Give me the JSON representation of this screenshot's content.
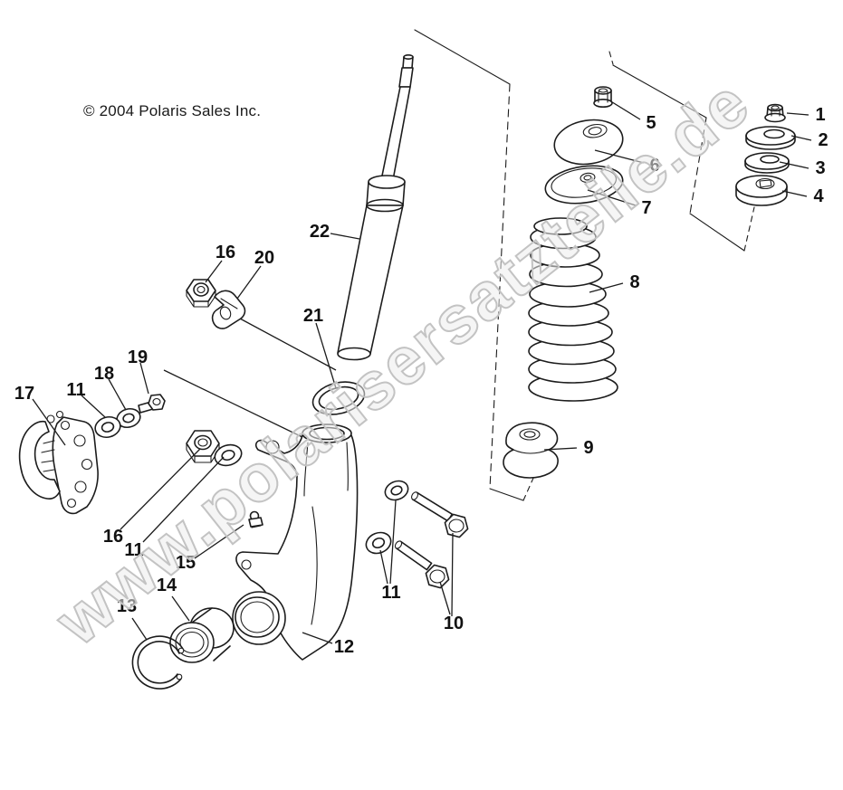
{
  "page": {
    "copyright": "© 2004 Polaris Sales Inc.",
    "watermark": "www.polarisersatzteile.de",
    "background_color": "#ffffff",
    "line_color": "#1c1c1c",
    "watermark_color": "#c3c3c3"
  },
  "callouts": [
    {
      "label": "1",
      "part": "flange-lock-nut"
    },
    {
      "label": "2",
      "part": "large-washer"
    },
    {
      "label": "3",
      "part": "small-washer"
    },
    {
      "label": "4",
      "part": "cushion-washer"
    },
    {
      "label": "5",
      "part": "strut-rod-nut"
    },
    {
      "label": "6",
      "part": "upper-spring-mount-dome"
    },
    {
      "label": "7",
      "part": "spring-retainer-plate"
    },
    {
      "label": "8",
      "part": "coil-spring"
    },
    {
      "label": "9",
      "part": "compression-bumper"
    },
    {
      "label": "10",
      "part": "hex-bolt-pair"
    },
    {
      "label": "11",
      "part": "washer-pair-bottom"
    },
    {
      "label": "12",
      "part": "strut-housing"
    },
    {
      "label": "13",
      "part": "snap-ring"
    },
    {
      "label": "14",
      "part": "wheel-bearing"
    },
    {
      "label": "15",
      "part": "grease-fitting"
    },
    {
      "label": "16",
      "part": "hex-nut-lower"
    },
    {
      "label": "11",
      "part": "washer-lower"
    },
    {
      "label": "16",
      "part": "hex-nut-upper"
    },
    {
      "label": "20",
      "part": "strut-clip"
    },
    {
      "label": "21",
      "part": "o-ring"
    },
    {
      "label": "22",
      "part": "strut-cartridge"
    },
    {
      "label": "17",
      "part": "brake-caliper"
    },
    {
      "label": "11",
      "part": "washer-left"
    },
    {
      "label": "18",
      "part": "washer-caliper"
    },
    {
      "label": "19",
      "part": "caliper-bolt"
    }
  ]
}
